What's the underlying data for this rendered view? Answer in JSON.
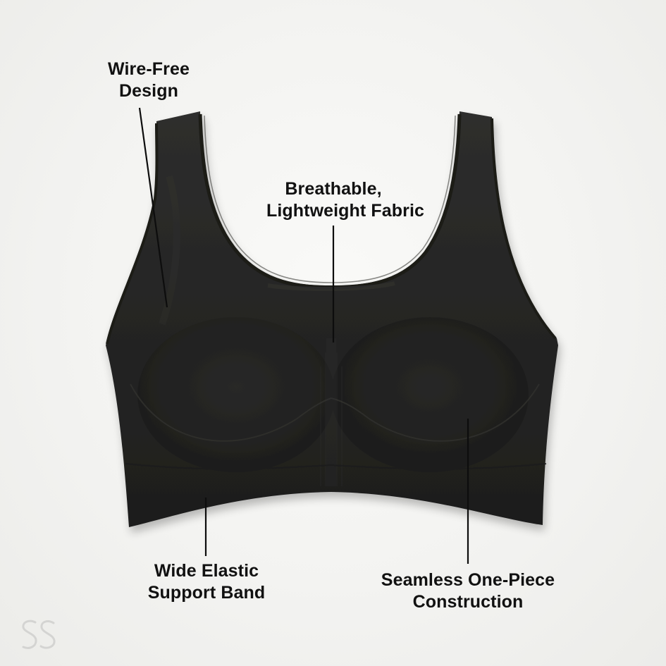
{
  "image": {
    "background_color": "#f2f2f0",
    "garment_color": "#262626",
    "text_color": "#111111",
    "logo_color": "#d6d6d4",
    "logo_glyph": "SS-monogram-icon"
  },
  "callouts": [
    {
      "id": "wire-free",
      "line1": "Wire-Free",
      "line2": "Design"
    },
    {
      "id": "breathable",
      "line1": "Breathable,",
      "line2": "Lightweight Fabric"
    },
    {
      "id": "elastic-band",
      "line1": "Wide Elastic",
      "line2": "Support Band"
    },
    {
      "id": "seamless",
      "line1": "Seamless One-Piece",
      "line2": "Construction"
    }
  ]
}
